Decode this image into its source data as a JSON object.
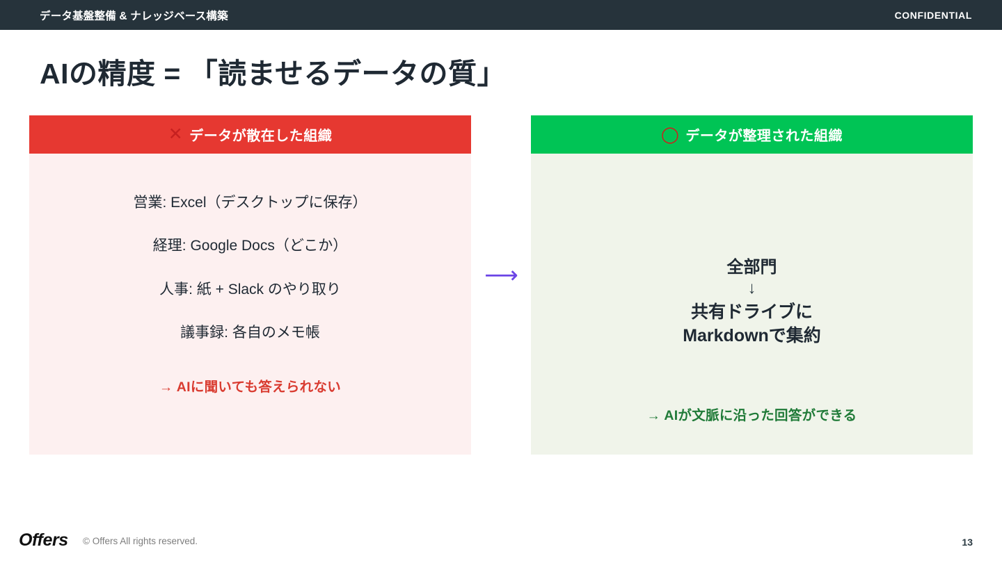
{
  "topbar": {
    "title": "データ基盤整備 & ナレッジベース構築",
    "confidential": "CONFIDENTIAL",
    "bg_color": "#26333B"
  },
  "slide": {
    "title": "AIの精度 = 「読ませるデータの質」",
    "page_number": "13"
  },
  "panels": {
    "bad": {
      "mark_icon": "cross-mark-icon",
      "mark_glyph": "✕",
      "heading": "データが散在した組織",
      "header_color": "#E63831",
      "body_color": "#FDF0F0",
      "items": [
        "営業: Excel（デスクトップに保存）",
        "経理: Google Docs（どこか）",
        "人事: 紙 + Slack のやり取り",
        "議事録: 各自のメモ帳"
      ],
      "conclusion": "→ AIに聞いても答えられない",
      "conclusion_color": "#D93B30"
    },
    "good": {
      "mark_icon": "circle-mark-icon",
      "mark_glyph": "◯",
      "heading": "データが整理された組織",
      "header_color": "#00C455",
      "body_color": "#F0F4EA",
      "top_text": "全部門",
      "arrow_glyph": "↓",
      "main_line1": "共有ドライブに",
      "main_line2": "Markdownで集約",
      "conclusion": "→ AIが文脈に沿った回答ができる",
      "conclusion_color": "#1F7A37"
    }
  },
  "middle": {
    "arrow_glyph": "⟶",
    "arrow_color": "#6C45E6"
  },
  "footer": {
    "logo": "Offers",
    "copyright": "© Offers All rights reserved."
  }
}
